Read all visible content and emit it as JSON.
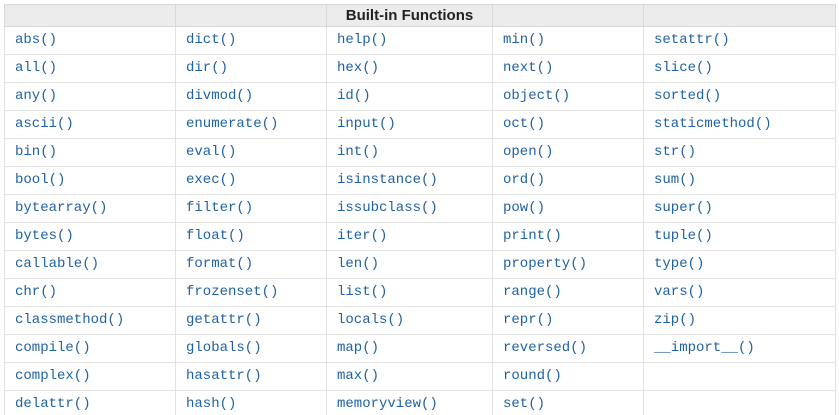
{
  "table": {
    "title": "Built-in Functions",
    "header_cells": [
      "",
      "",
      "Built-in Functions",
      "",
      ""
    ],
    "rows": [
      [
        "abs()",
        "dict()",
        "help()",
        "min()",
        "setattr()"
      ],
      [
        "all()",
        "dir()",
        "hex()",
        "next()",
        "slice()"
      ],
      [
        "any()",
        "divmod()",
        "id()",
        "object()",
        "sorted()"
      ],
      [
        "ascii()",
        "enumerate()",
        "input()",
        "oct()",
        "staticmethod()"
      ],
      [
        "bin()",
        "eval()",
        "int()",
        "open()",
        "str()"
      ],
      [
        "bool()",
        "exec()",
        "isinstance()",
        "ord()",
        "sum()"
      ],
      [
        "bytearray()",
        "filter()",
        "issubclass()",
        "pow()",
        "super()"
      ],
      [
        "bytes()",
        "float()",
        "iter()",
        "print()",
        "tuple()"
      ],
      [
        "callable()",
        "format()",
        "len()",
        "property()",
        "type()"
      ],
      [
        "chr()",
        "frozenset()",
        "list()",
        "range()",
        "vars()"
      ],
      [
        "classmethod()",
        "getattr()",
        "locals()",
        "repr()",
        "zip()"
      ],
      [
        "compile()",
        "globals()",
        "map()",
        "reversed()",
        "__import__()"
      ],
      [
        "complex()",
        "hasattr()",
        "max()",
        "round()",
        ""
      ],
      [
        "delattr()",
        "hash()",
        "memoryview()",
        "set()",
        ""
      ]
    ]
  },
  "colors": {
    "link_blue": "#1f61a3",
    "header_bg": "#ececec",
    "header_border": "#d8d8d8",
    "header_text": "#222222",
    "border": "#e1e1e1",
    "page_bg": "#ffffff"
  }
}
